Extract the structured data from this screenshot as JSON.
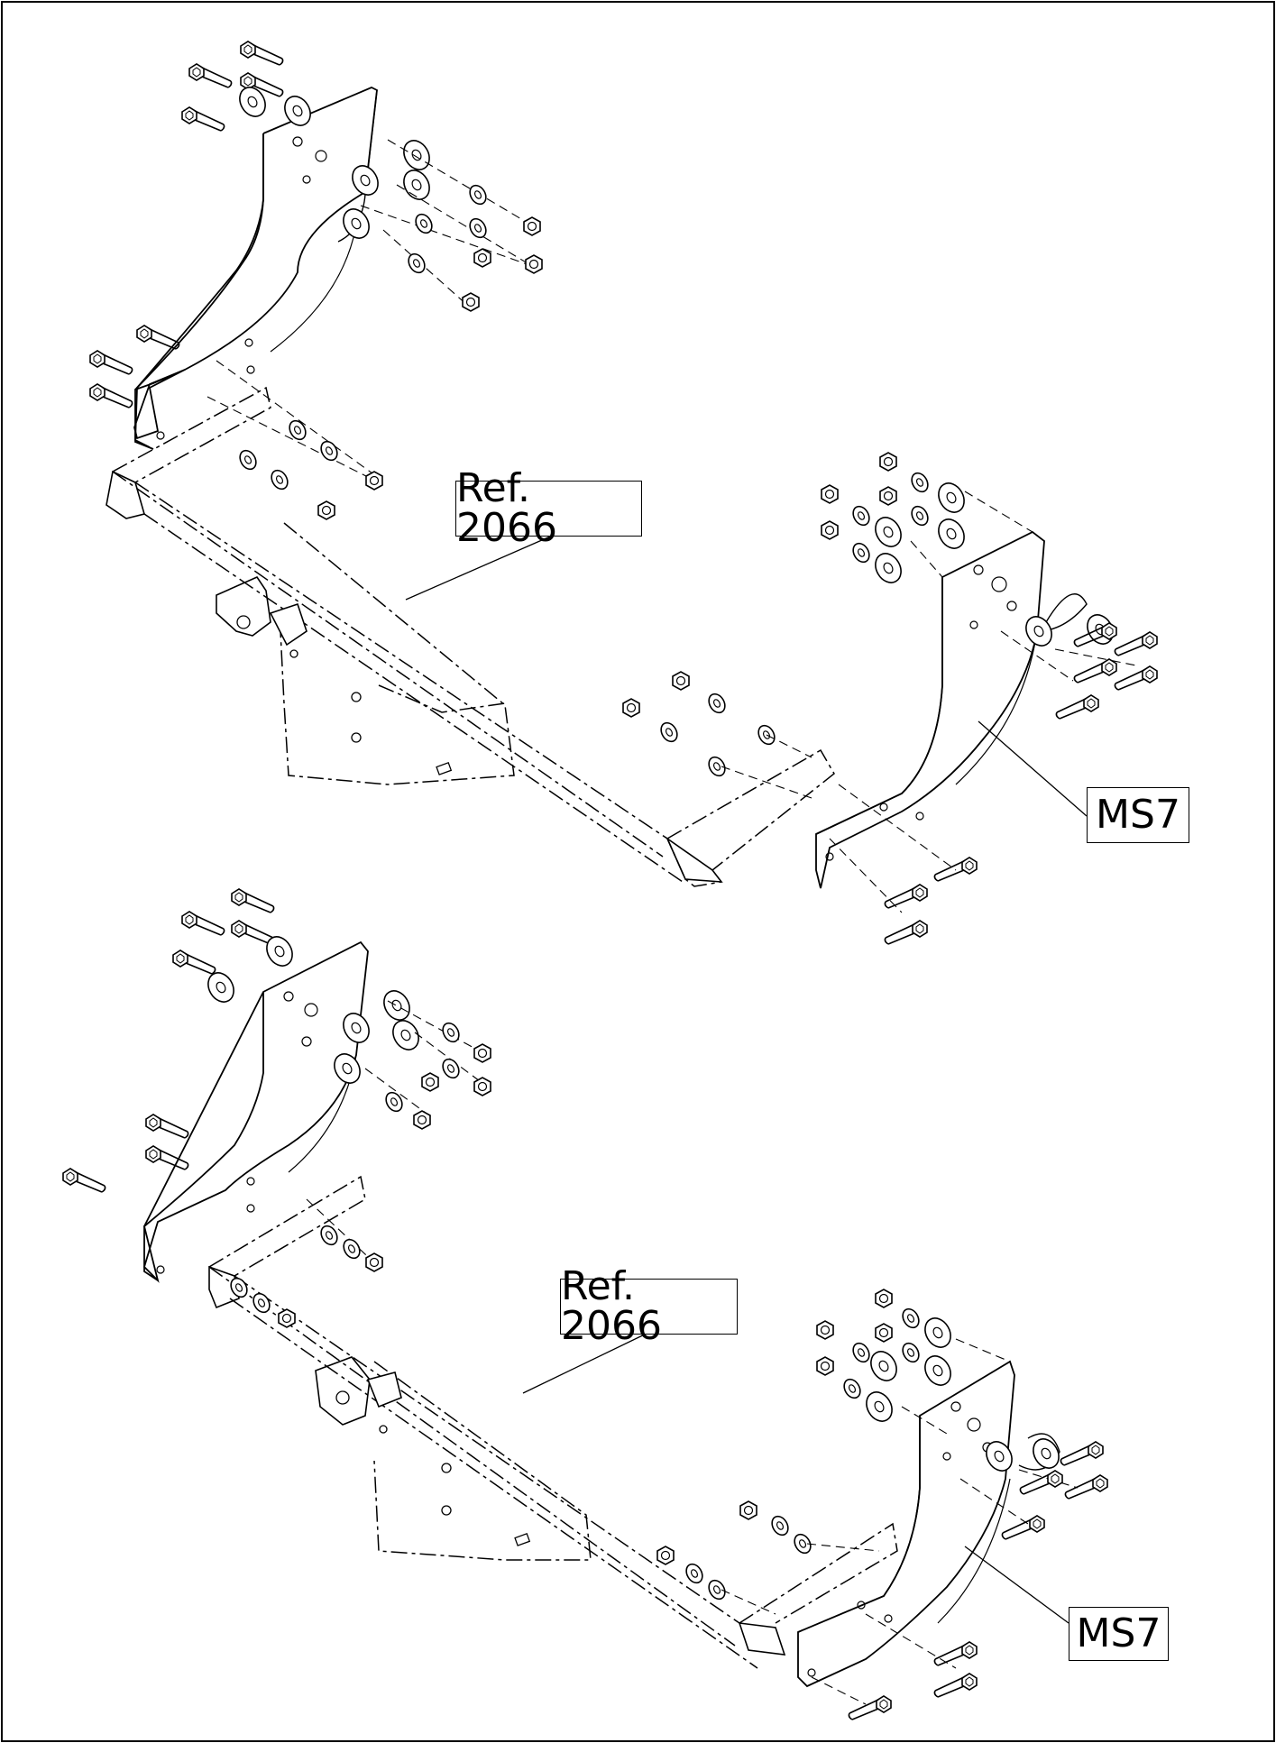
{
  "callouts": {
    "top_ref": "Ref. 2066",
    "top_part": "MS7",
    "bottom_ref": "Ref. 2066",
    "bottom_part": "MS7"
  },
  "colors": {
    "line": "#000000",
    "background": "#ffffff"
  }
}
